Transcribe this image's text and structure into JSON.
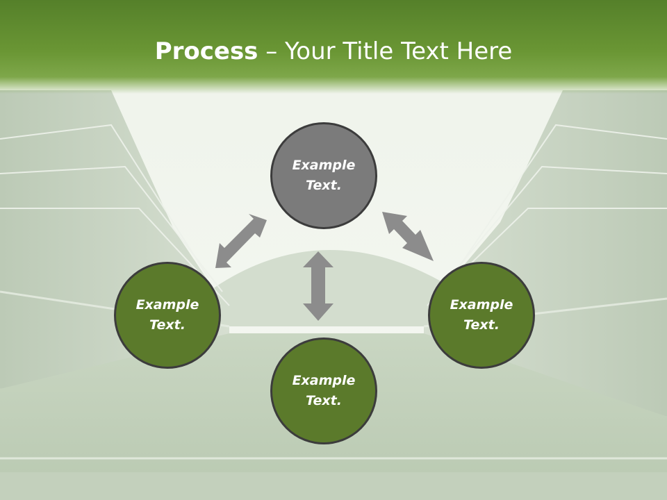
{
  "title": {
    "bold": "Process",
    "rest": " – Your Title Text Here"
  },
  "nodes": {
    "top": {
      "line1": "Example",
      "line2": "Text."
    },
    "left": {
      "line1": "Example",
      "line2": "Text."
    },
    "right": {
      "line1": "Example",
      "line2": "Text."
    },
    "bottom": {
      "line1": "Example",
      "line2": "Text."
    }
  },
  "colors": {
    "header": "#6a9634",
    "node_green": "#5b7a2b",
    "node_grey": "#7b7b7b",
    "arrow": "#8c8c8c",
    "node_border": "#3c3c3c"
  }
}
